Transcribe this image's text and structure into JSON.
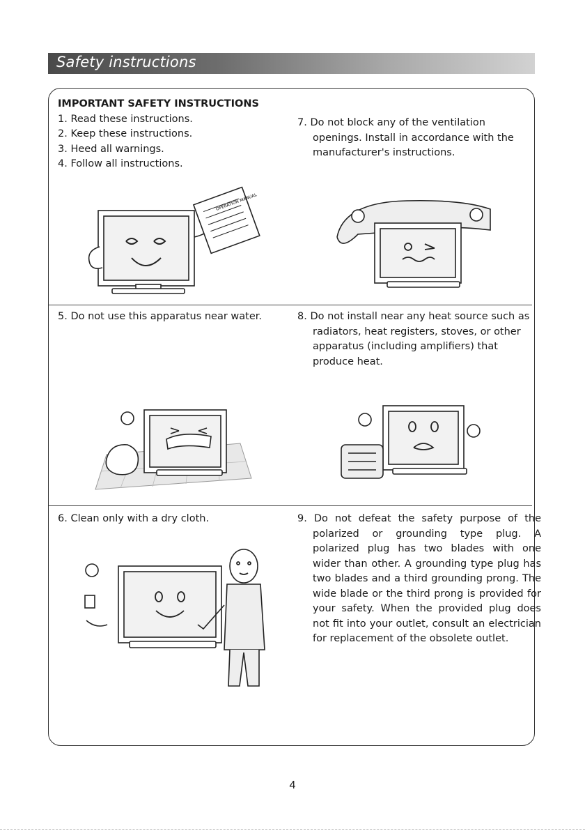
{
  "header": {
    "title": "Safety instructions"
  },
  "heading": "IMPORTANT SAFETY INSTRUCTIONS",
  "items": {
    "i1": "1. Read these instructions.",
    "i2": "2. Keep these instructions.",
    "i3": "3. Heed all warnings.",
    "i4": "4. Follow all instructions.",
    "i5": "5. Do not use this apparatus near water.",
    "i6": "6. Clean only with a dry cloth.",
    "i7": "7. Do not block any of the ventilation openings. Install in accordance with the manufacturer's instructions.",
    "i8": "8. Do not install near any heat source such as radiators, heat registers, stoves, or other apparatus (including amplifiers) that produce heat.",
    "i9": "9. Do not defeat the safety purpose of the polarized or grounding type plug. A polarized plug has two blades with one wider than other. A grounding type plug has two blades and a third grounding prong. The wide blade or the third prong is provided for your safety. When the provided plug does not fit into your outlet, consult an electrician for replacement of the obsolete outlet."
  },
  "manual_label": "OPERATION MANUAL",
  "page_number": "4"
}
